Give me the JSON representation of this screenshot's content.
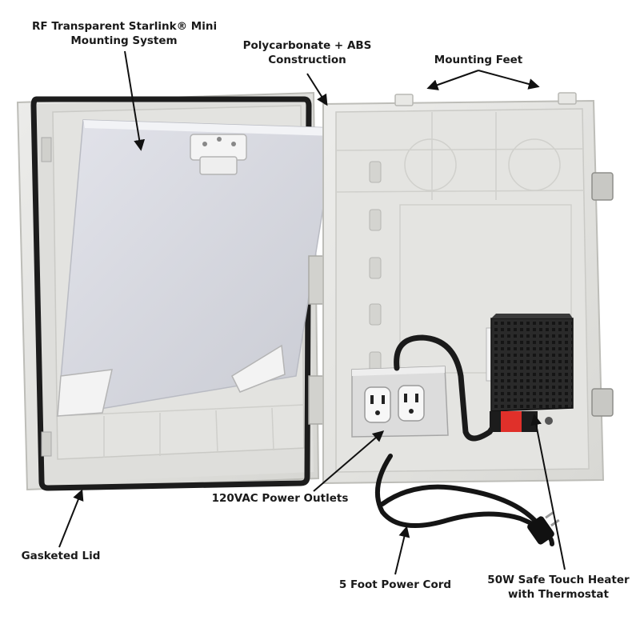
{
  "callouts": {
    "rf_mount": {
      "line1": "RF Transparent Starlink® Mini",
      "line2": "Mounting System"
    },
    "construction": {
      "line1": "Polycarbonate + ABS",
      "line2": "Construction"
    },
    "mounting_feet": {
      "line1": "Mounting Feet"
    },
    "power_outlets": {
      "line1": "120VAC Power Outlets"
    },
    "gasketed_lid": {
      "line1": "Gasketed Lid"
    },
    "power_cord": {
      "line1": "5 Foot Power Cord"
    },
    "heater": {
      "line1": "50W Safe Touch Heater",
      "line2": "with Thermostat"
    }
  },
  "colors": {
    "enclosure": "#e6e6e3",
    "enclosure_shadow": "#c9c9c5",
    "gasket": "#1c1c1c",
    "mount_plate": "#dadce3",
    "heater_body": "#262626",
    "heater_accent": "#e0302a",
    "outlet_box": "#dcdcdc",
    "arrow": "#111111"
  }
}
